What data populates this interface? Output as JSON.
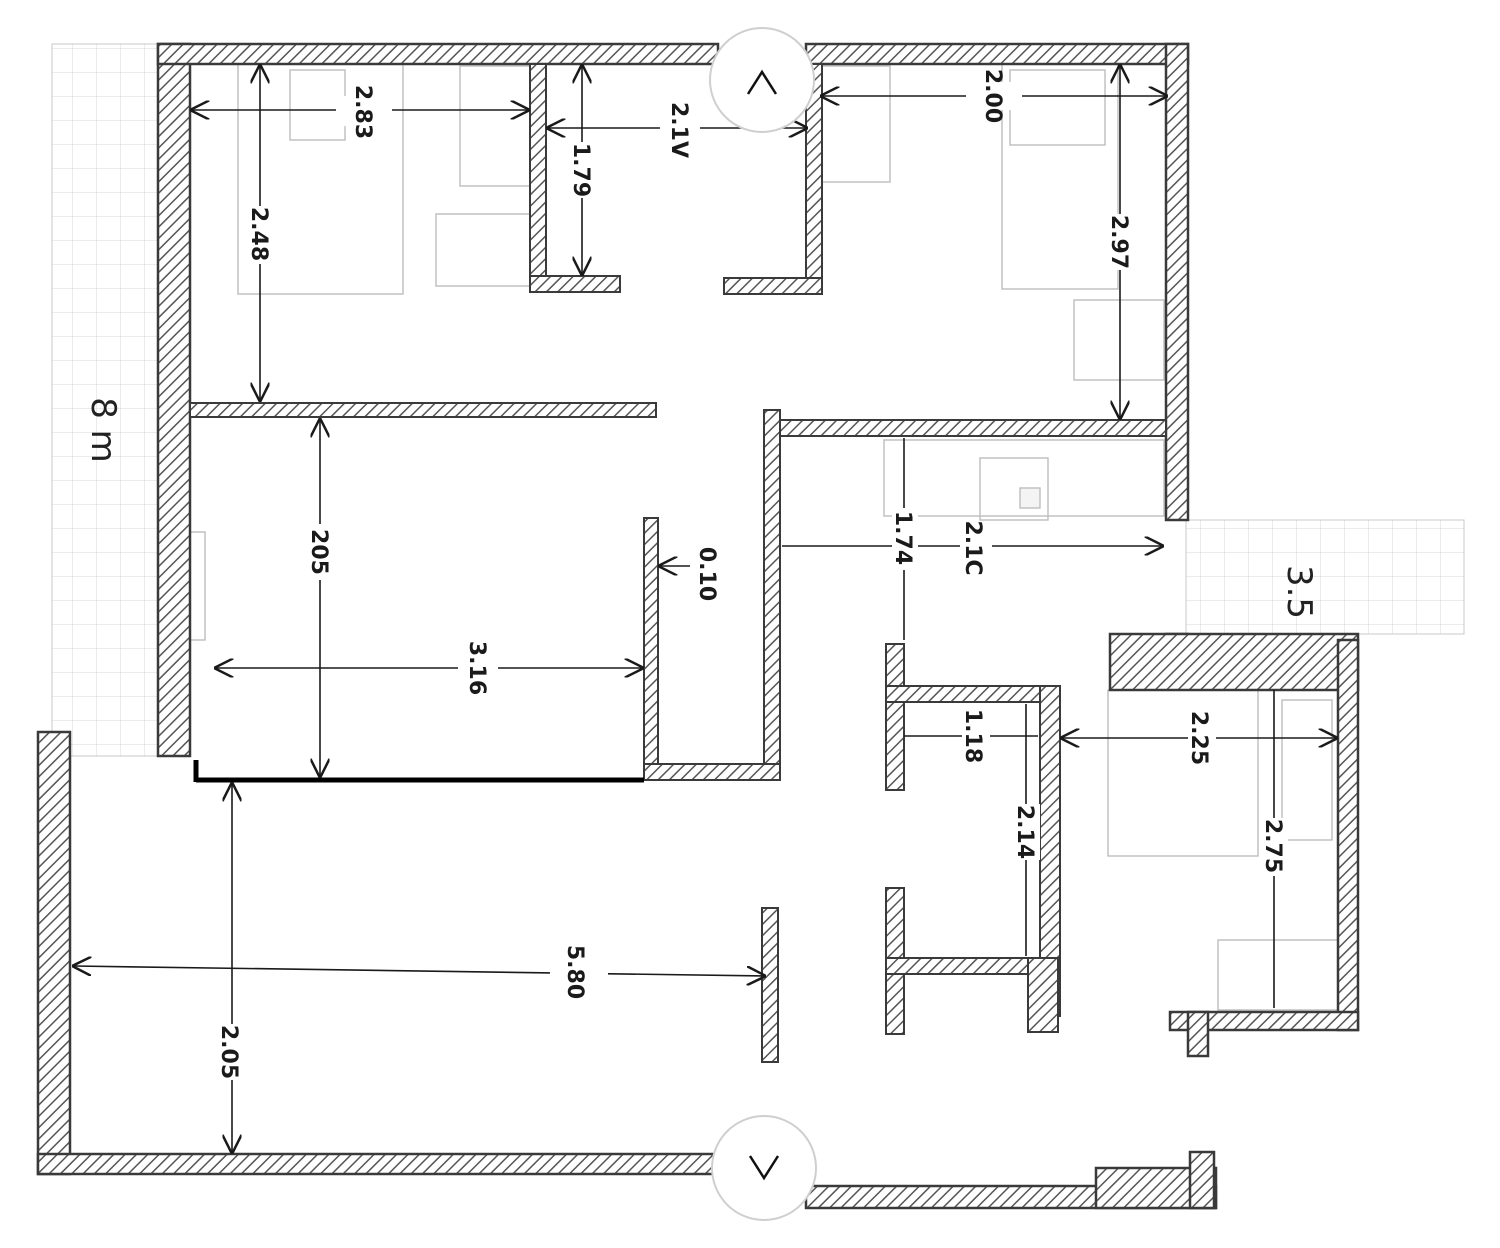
{
  "plan": {
    "zones": {
      "terrace_left": "8 m",
      "terrace_right": "3.5"
    },
    "dimensions": [
      "2.83",
      "2.1V",
      "2.00",
      "1.79",
      "2.48",
      "2.97",
      "205",
      "3.16",
      "0.10",
      "1.74",
      "2.1C",
      "1.18",
      "2.25",
      "2.14",
      "2.75",
      "5.80",
      "2.05"
    ],
    "compass": {
      "top": "north-arrow",
      "bottom": "south-arrow"
    }
  }
}
